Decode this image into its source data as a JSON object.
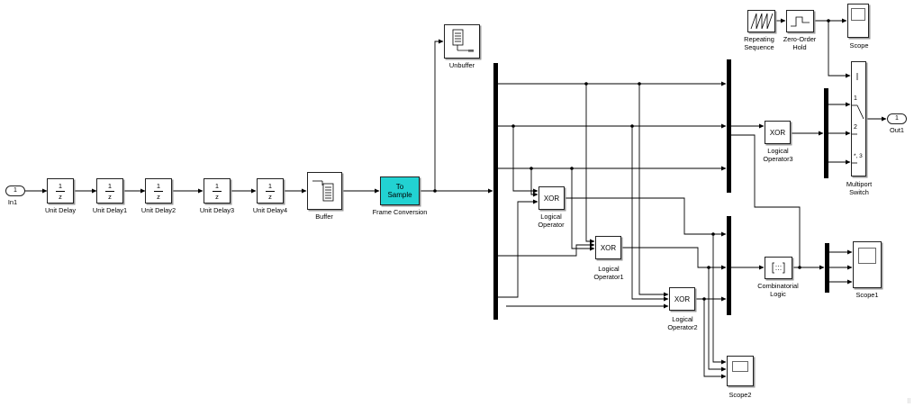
{
  "blocks": {
    "in1": {
      "port": "1",
      "label": "In1"
    },
    "delay0": {
      "num": "1",
      "den": "z",
      "label": "Unit Delay"
    },
    "delay1": {
      "num": "1",
      "den": "z",
      "label": "Unit Delay1"
    },
    "delay2": {
      "num": "1",
      "den": "z",
      "label": "Unit Delay2"
    },
    "delay3": {
      "num": "1",
      "den": "z",
      "label": "Unit Delay3"
    },
    "delay4": {
      "num": "1",
      "den": "z",
      "label": "Unit Delay4"
    },
    "buffer": {
      "label": "Buffer"
    },
    "frame_conversion": {
      "text": "To\nSample",
      "label": "Frame Conversion",
      "color": "#22d2d2"
    },
    "unbuffer": {
      "label": "Unbuffer"
    },
    "xor0": {
      "text": "XOR",
      "label": "Logical\nOperator"
    },
    "xor1": {
      "text": "XOR",
      "label": "Logical\nOperator1"
    },
    "xor2": {
      "text": "XOR",
      "label": "Logical\nOperator2"
    },
    "xor3": {
      "text": "XOR",
      "label": "Logical\nOperator3"
    },
    "combinatorial": {
      "label": "Combinatorial\nLogic"
    },
    "repeating": {
      "label": "Repeating\nSequence"
    },
    "zoh": {
      "label": "Zero-Order\nHold"
    },
    "scope": {
      "label": "Scope"
    },
    "scope1": {
      "label": "Scope1"
    },
    "scope2": {
      "label": "Scope2"
    },
    "switch": {
      "label": "Multiport\nSwitch",
      "port1": "1",
      "port2": "2",
      "port3": "*, 3"
    },
    "out1": {
      "port": "1",
      "label": "Out1"
    }
  }
}
